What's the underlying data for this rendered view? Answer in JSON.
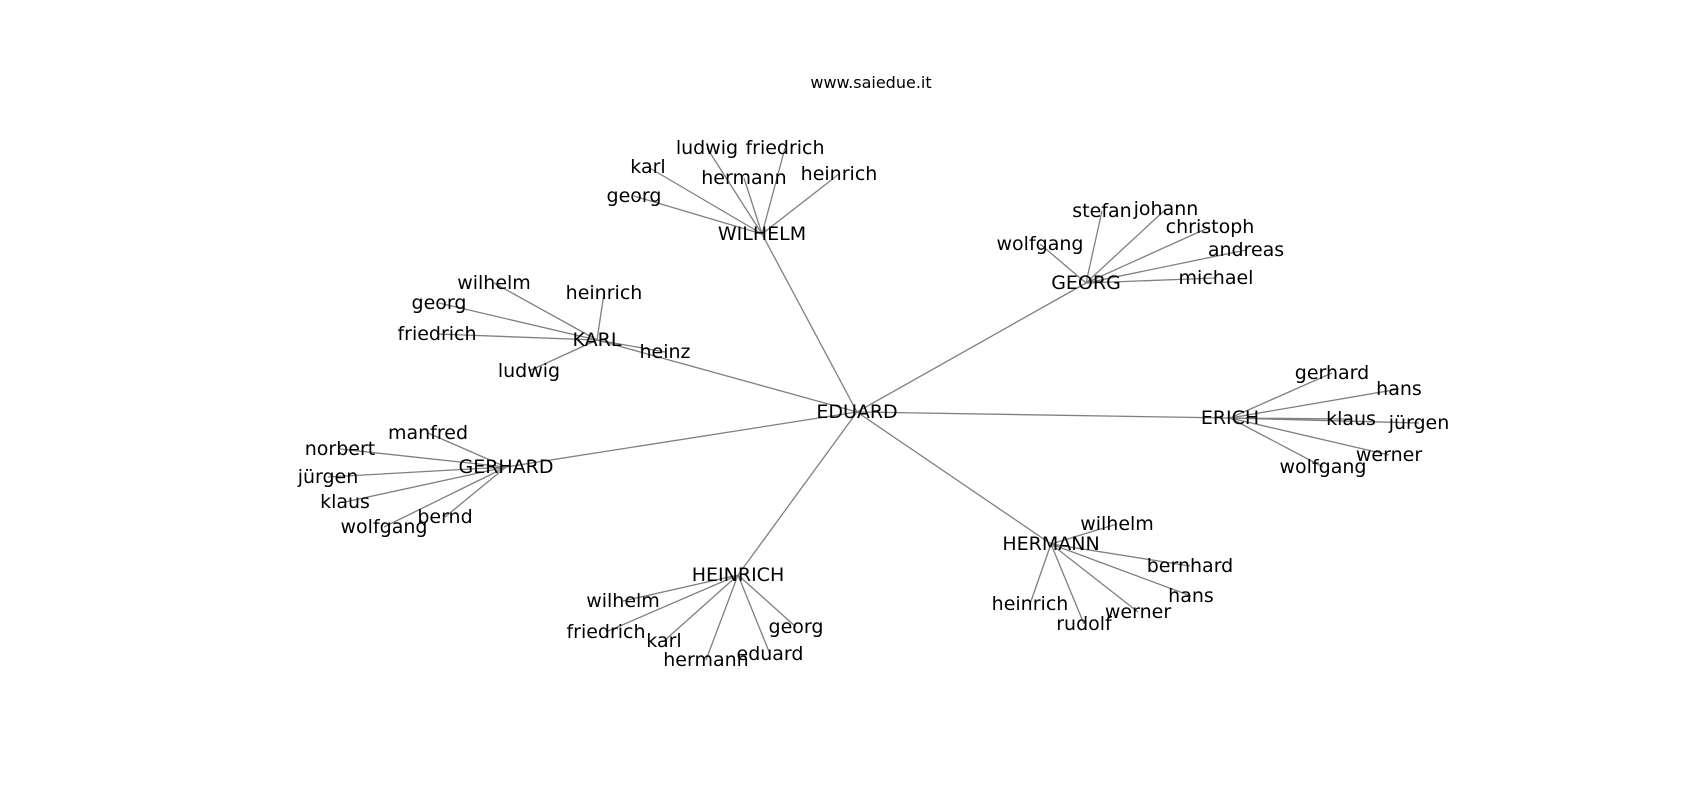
{
  "title": "www.saiedue.it",
  "edge_color": "#7f7f7f",
  "root": "EDUARD",
  "clusters": [
    {
      "hub": "WILHELM",
      "leaves": [
        "ludwig",
        "friedrich",
        "karl",
        "hermann",
        "heinrich",
        "georg"
      ]
    },
    {
      "hub": "GEORG",
      "leaves": [
        "stefan",
        "johann",
        "christoph",
        "wolfgang",
        "andreas",
        "michael"
      ]
    },
    {
      "hub": "KARL",
      "leaves": [
        "wilhelm",
        "heinrich",
        "georg",
        "friedrich",
        "heinz",
        "ludwig"
      ]
    },
    {
      "hub": "ERICH",
      "leaves": [
        "gerhard",
        "hans",
        "klaus",
        "jürgen",
        "werner",
        "wolfgang"
      ]
    },
    {
      "hub": "GERHARD",
      "leaves": [
        "manfred",
        "norbert",
        "jürgen",
        "klaus",
        "bernd",
        "wolfgang"
      ]
    },
    {
      "hub": "HERMANN",
      "leaves": [
        "wilhelm",
        "bernhard",
        "hans",
        "heinrich",
        "werner",
        "rudolf"
      ]
    },
    {
      "hub": "HEINRICH",
      "leaves": [
        "wilhelm",
        "georg",
        "friedrich",
        "karl",
        "eduard",
        "hermann"
      ]
    }
  ]
}
